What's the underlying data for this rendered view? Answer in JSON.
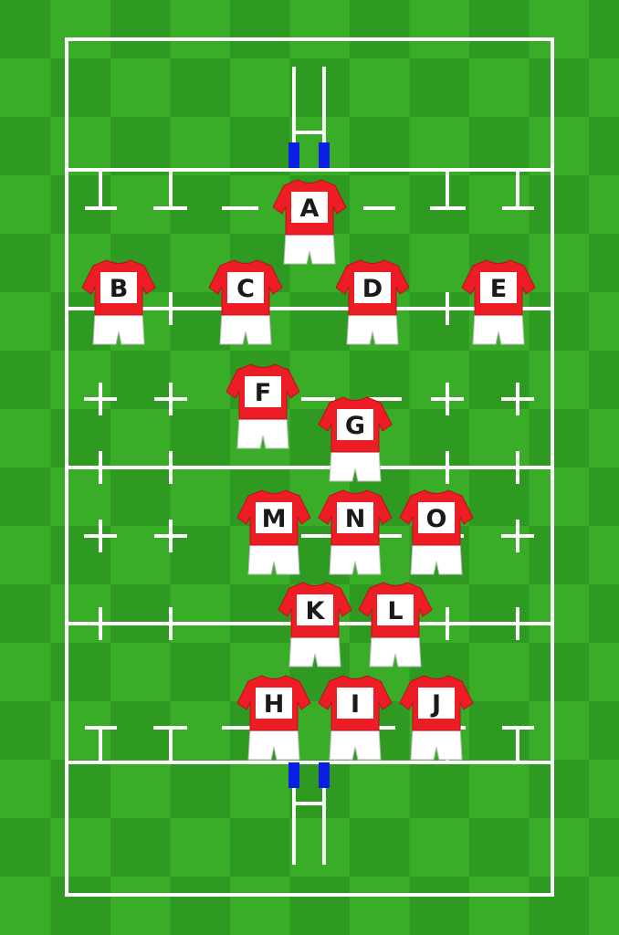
{
  "pitch": {
    "colors": {
      "stripe_light": "#39ad27",
      "stripe_dark": "#2f9a22",
      "lines": "#ffffff",
      "post_padding": "#0a1ee6",
      "jersey_shirt": "#ee1c25",
      "jersey_shorts": "#ffffff",
      "label_box": "#ffffff",
      "label_text": "#1a1a1a"
    }
  },
  "players": [
    {
      "id": "A",
      "label": "A"
    },
    {
      "id": "B",
      "label": "B"
    },
    {
      "id": "C",
      "label": "C"
    },
    {
      "id": "D",
      "label": "D"
    },
    {
      "id": "E",
      "label": "E"
    },
    {
      "id": "F",
      "label": "F"
    },
    {
      "id": "G",
      "label": "G"
    },
    {
      "id": "M",
      "label": "M"
    },
    {
      "id": "N",
      "label": "N"
    },
    {
      "id": "O",
      "label": "O"
    },
    {
      "id": "K",
      "label": "K"
    },
    {
      "id": "L",
      "label": "L"
    },
    {
      "id": "H",
      "label": "H"
    },
    {
      "id": "I",
      "label": "I"
    },
    {
      "id": "J",
      "label": "J"
    }
  ]
}
